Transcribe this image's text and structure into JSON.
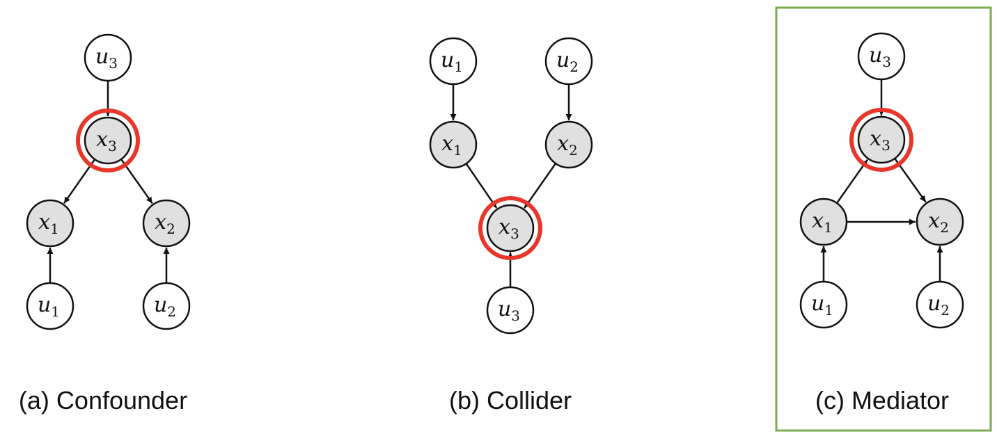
{
  "panels": [
    {
      "caption": "(a) Confounder",
      "highlighted": "x3",
      "boxed": false,
      "nodes": [
        {
          "id": "u3",
          "var": "u",
          "sub": "3",
          "observed": false
        },
        {
          "id": "x3",
          "var": "x",
          "sub": "3",
          "observed": true
        },
        {
          "id": "x1",
          "var": "x",
          "sub": "1",
          "observed": true
        },
        {
          "id": "x2",
          "var": "x",
          "sub": "2",
          "observed": true
        },
        {
          "id": "u1",
          "var": "u",
          "sub": "1",
          "observed": false
        },
        {
          "id": "u2",
          "var": "u",
          "sub": "2",
          "observed": false
        }
      ],
      "edges": [
        [
          "u3",
          "x3"
        ],
        [
          "x3",
          "x1"
        ],
        [
          "x3",
          "x2"
        ],
        [
          "u1",
          "x1"
        ],
        [
          "u2",
          "x2"
        ]
      ]
    },
    {
      "caption": "(b) Collider",
      "highlighted": "x3",
      "boxed": false,
      "nodes": [
        {
          "id": "u1",
          "var": "u",
          "sub": "1",
          "observed": false
        },
        {
          "id": "u2",
          "var": "u",
          "sub": "2",
          "observed": false
        },
        {
          "id": "x1",
          "var": "x",
          "sub": "1",
          "observed": true
        },
        {
          "id": "x2",
          "var": "x",
          "sub": "2",
          "observed": true
        },
        {
          "id": "x3",
          "var": "x",
          "sub": "3",
          "observed": true
        },
        {
          "id": "u3",
          "var": "u",
          "sub": "3",
          "observed": false
        }
      ],
      "edges": [
        [
          "u1",
          "x1"
        ],
        [
          "u2",
          "x2"
        ],
        [
          "x1",
          "x3"
        ],
        [
          "x2",
          "x3"
        ],
        [
          "u3",
          "x3"
        ]
      ]
    },
    {
      "caption": "(c) Mediator",
      "highlighted": "x3",
      "boxed": true,
      "nodes": [
        {
          "id": "u3",
          "var": "u",
          "sub": "3",
          "observed": false
        },
        {
          "id": "x3",
          "var": "x",
          "sub": "3",
          "observed": true
        },
        {
          "id": "x1",
          "var": "x",
          "sub": "1",
          "observed": true
        },
        {
          "id": "x2",
          "var": "x",
          "sub": "2",
          "observed": true
        },
        {
          "id": "u1",
          "var": "u",
          "sub": "1",
          "observed": false
        },
        {
          "id": "u2",
          "var": "u",
          "sub": "2",
          "observed": false
        }
      ],
      "edges": [
        [
          "u3",
          "x3"
        ],
        [
          "x1",
          "x3"
        ],
        [
          "x3",
          "x2"
        ],
        [
          "x1",
          "x2"
        ],
        [
          "u1",
          "x1"
        ],
        [
          "u2",
          "x2"
        ]
      ]
    }
  ],
  "colors": {
    "highlight_ring": "#e8362a",
    "box_border": "#7aab4e",
    "observed_fill": "#e0e0e0",
    "latent_fill": "#ffffff",
    "stroke": "#111111"
  }
}
